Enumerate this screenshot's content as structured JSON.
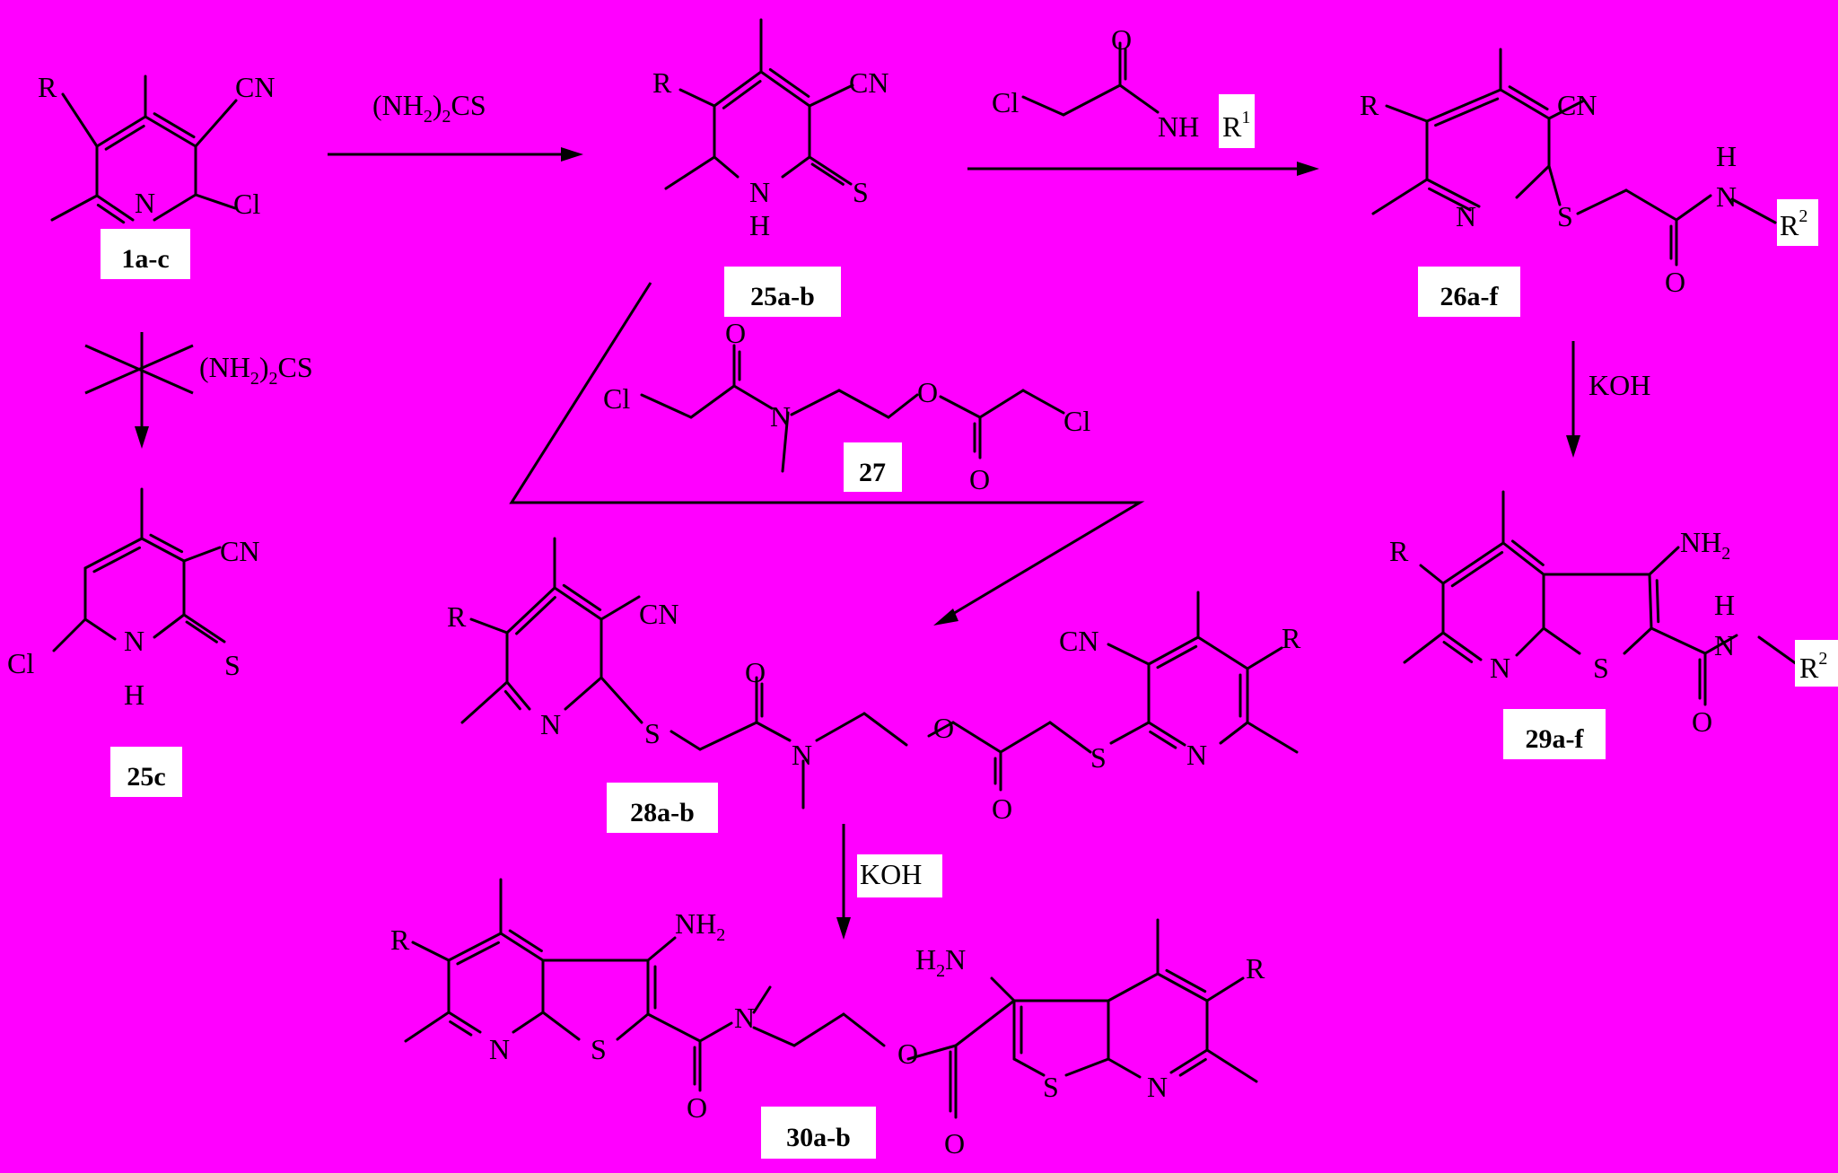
{
  "background_color": "#FF00FF",
  "compounds": {
    "c1": "1a-c",
    "c25ab": "25a-b",
    "c25c": "25c",
    "c26": "26a-f",
    "c27": "27",
    "c28": "28a-b",
    "c29": "29a-f",
    "c30": "30a-b"
  },
  "reagents": {
    "thiourea": "(NH2)2CS",
    "chloroacetamide": "Cl–CH2–C(=O)–NHR1",
    "koh": "KOH"
  },
  "atoms": {
    "R": "R",
    "CN": "CN",
    "N": "N",
    "Cl": "Cl",
    "S": "S",
    "O": "O",
    "H": "H",
    "NH": "NH",
    "NH2": "NH",
    "H2N": "H",
    "R1": "R",
    "R2": "R",
    "sub1": "1",
    "sub2": "2",
    "sub_2": "2"
  }
}
